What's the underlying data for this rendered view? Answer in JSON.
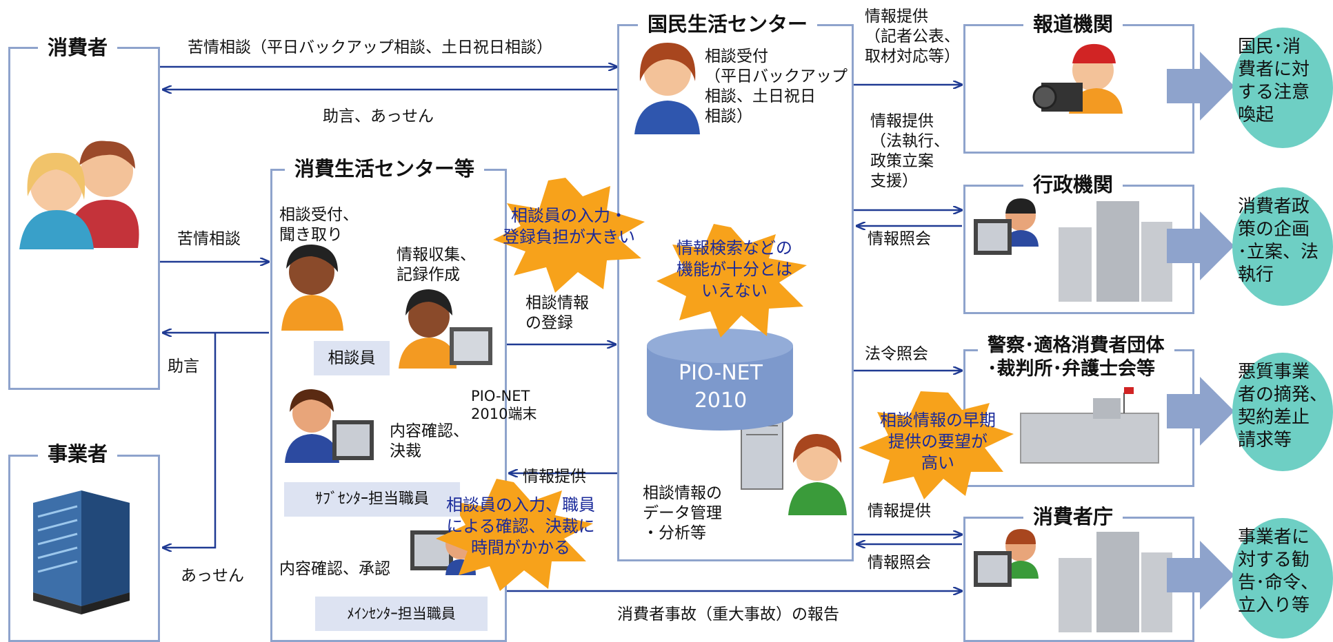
{
  "boxes": {
    "consumer": "消費者",
    "business": "事業者",
    "center": "消費生活センター等",
    "kokumin": "国民生活センター",
    "press": "報道機関",
    "admin": "行政機関",
    "police": "警察･適格消費者団体\n･裁判所･弁護士会等",
    "caa": "消費者庁"
  },
  "arrows": {
    "complaint_top": "苦情相談（平日バックアップ相談、土日祝日相談）",
    "advice_top": "助言、あっせん",
    "complaint_mid": "苦情相談",
    "advice_mid": "助言",
    "mediation": "あっせん",
    "register": "相談情報\nの登録",
    "info_provide_center": "情報提供",
    "accident": "消費者事故（重大事故）の報告",
    "press_info": "情報提供\n（記者公表、\n取材対応等）",
    "admin_info": "情報提供\n（法執行、\n政策立案\n支援）",
    "admin_query": "情報照会",
    "law_query": "法令照会",
    "caa_info": "情報提供",
    "caa_query": "情報照会"
  },
  "center_texts": {
    "intake": "相談受付、\n聞き取り",
    "collect": "情報収集、\n記録作成",
    "counselor": "相談員",
    "terminal": "PIO-NET\n2010端末",
    "review": "内容確認、\n決裁",
    "sub_staff": "ｻﾌﾞｾﾝﾀｰ担当職員",
    "approve": "内容確認、承認",
    "main_staff": "ﾒｲﾝｾﾝﾀｰ担当職員"
  },
  "kokumin_texts": {
    "intake": "相談受付\n（平日バックアップ\n相談、土日祝日\n相談）",
    "db": "PIO-NET\n2010",
    "manage": "相談情報の\nデータ管理\n・分析等"
  },
  "bursts": {
    "b1": "相談員の入力・\n登録負担が大きい",
    "b2": "情報検索などの\n機能が十分とは\nいえない",
    "b3": "相談情報の早期\n提供の要望が\n高い",
    "b4": "相談員の入力、職員\nによる確認、決裁に\n時間がかかる"
  },
  "outcomes": {
    "o1": "国民･消\n費者に対\nする注意\n喚起",
    "o2": "消費者政\n策の企画\n･立案、法\n執行",
    "o3": "悪質事業\n者の摘発、\n契約差止\n請求等",
    "o4": "事業者に\n対する勧\n告･命令、\n立入り等"
  },
  "colors": {
    "border": "#8ea3cc",
    "arrow": "#1f3a93",
    "burst": "#f7a21b",
    "bubble": "#6ecfc4",
    "db": "#7d99cc",
    "label_bg": "#dde3f2"
  }
}
